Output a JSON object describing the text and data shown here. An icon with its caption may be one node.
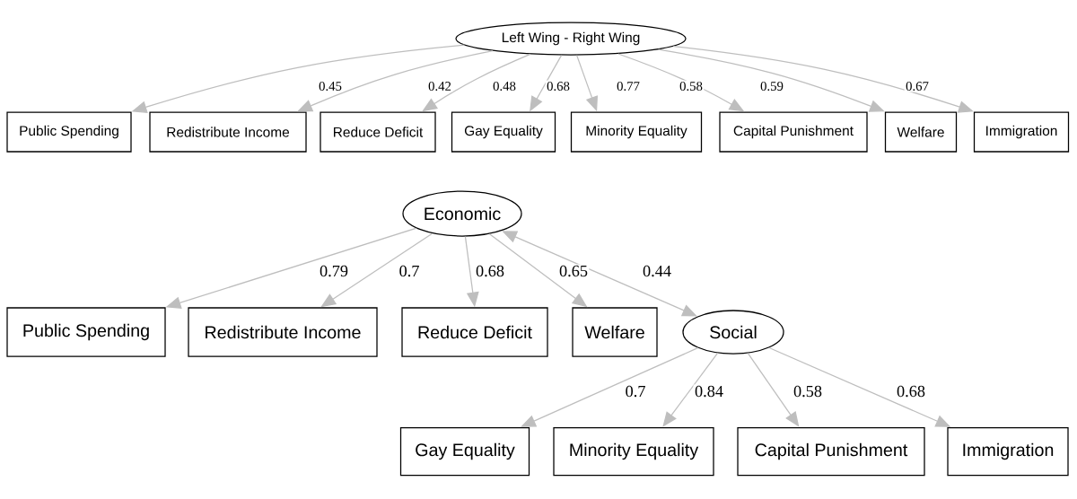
{
  "diagram": {
    "nodes": [
      {
        "text": [
          "Left Wing - Right Wing"
        ]
      },
      {
        "text": [
          "Public Spending"
        ]
      },
      {
        "text": [
          "Redistribute Income"
        ]
      },
      {
        "text": [
          "Reduce Deficit"
        ]
      },
      {
        "text": [
          "Gay Equality"
        ]
      },
      {
        "text": [
          "Minority Equality"
        ]
      },
      {
        "text": [
          "Capital Punishment"
        ]
      },
      {
        "text": [
          "Welfare"
        ]
      },
      {
        "text": [
          "Immigration"
        ]
      },
      {
        "text": [
          "Economic"
        ]
      },
      {
        "text": [
          "Public Spending"
        ]
      },
      {
        "text": [
          "Redistribute Income"
        ]
      },
      {
        "text": [
          "Reduce Deficit"
        ]
      },
      {
        "text": [
          "Welfare"
        ]
      },
      {
        "text": [
          "Social"
        ]
      },
      {
        "text": [
          "Gay Equality"
        ]
      },
      {
        "text": [
          "Minority Equality"
        ]
      },
      {
        "text": [
          "Capital Punishment"
        ]
      },
      {
        "text": [
          "Immigration"
        ]
      }
    ],
    "edges": [
      {
        "from": 0,
        "to": 1,
        "arrow": "to",
        "label": "0.45"
      },
      {
        "from": 0,
        "to": 2,
        "arrow": "to",
        "label": "0.42"
      },
      {
        "from": 0,
        "to": 3,
        "arrow": "to",
        "label": "0.48"
      },
      {
        "from": 0,
        "to": 4,
        "arrow": "to",
        "label": "0.68"
      },
      {
        "from": 0,
        "to": 5,
        "arrow": "to",
        "label": "0.77"
      },
      {
        "from": 0,
        "to": 6,
        "arrow": "to",
        "label": "0.58"
      },
      {
        "from": 0,
        "to": 7,
        "arrow": "to",
        "label": "0.59"
      },
      {
        "from": 0,
        "to": 8,
        "arrow": "to",
        "label": "0.67"
      },
      {
        "from": 9,
        "to": 10,
        "arrow": "to",
        "label": "0.79"
      },
      {
        "from": 9,
        "to": 11,
        "arrow": "to",
        "label": "0.7"
      },
      {
        "from": 9,
        "to": 12,
        "arrow": "to",
        "label": "0.68"
      },
      {
        "from": 9,
        "to": 13,
        "arrow": "to",
        "label": "0.65"
      },
      {
        "from": 9,
        "to": 14,
        "arrow": "both",
        "label": "0.44"
      },
      {
        "from": 14,
        "to": 15,
        "arrow": "to",
        "label": "0.7"
      },
      {
        "from": 14,
        "to": 16,
        "arrow": "to",
        "label": "0.84"
      },
      {
        "from": 14,
        "to": 17,
        "arrow": "to",
        "label": "0.58"
      },
      {
        "from": 14,
        "to": 18,
        "arrow": "to",
        "label": "0.68"
      }
    ]
  }
}
